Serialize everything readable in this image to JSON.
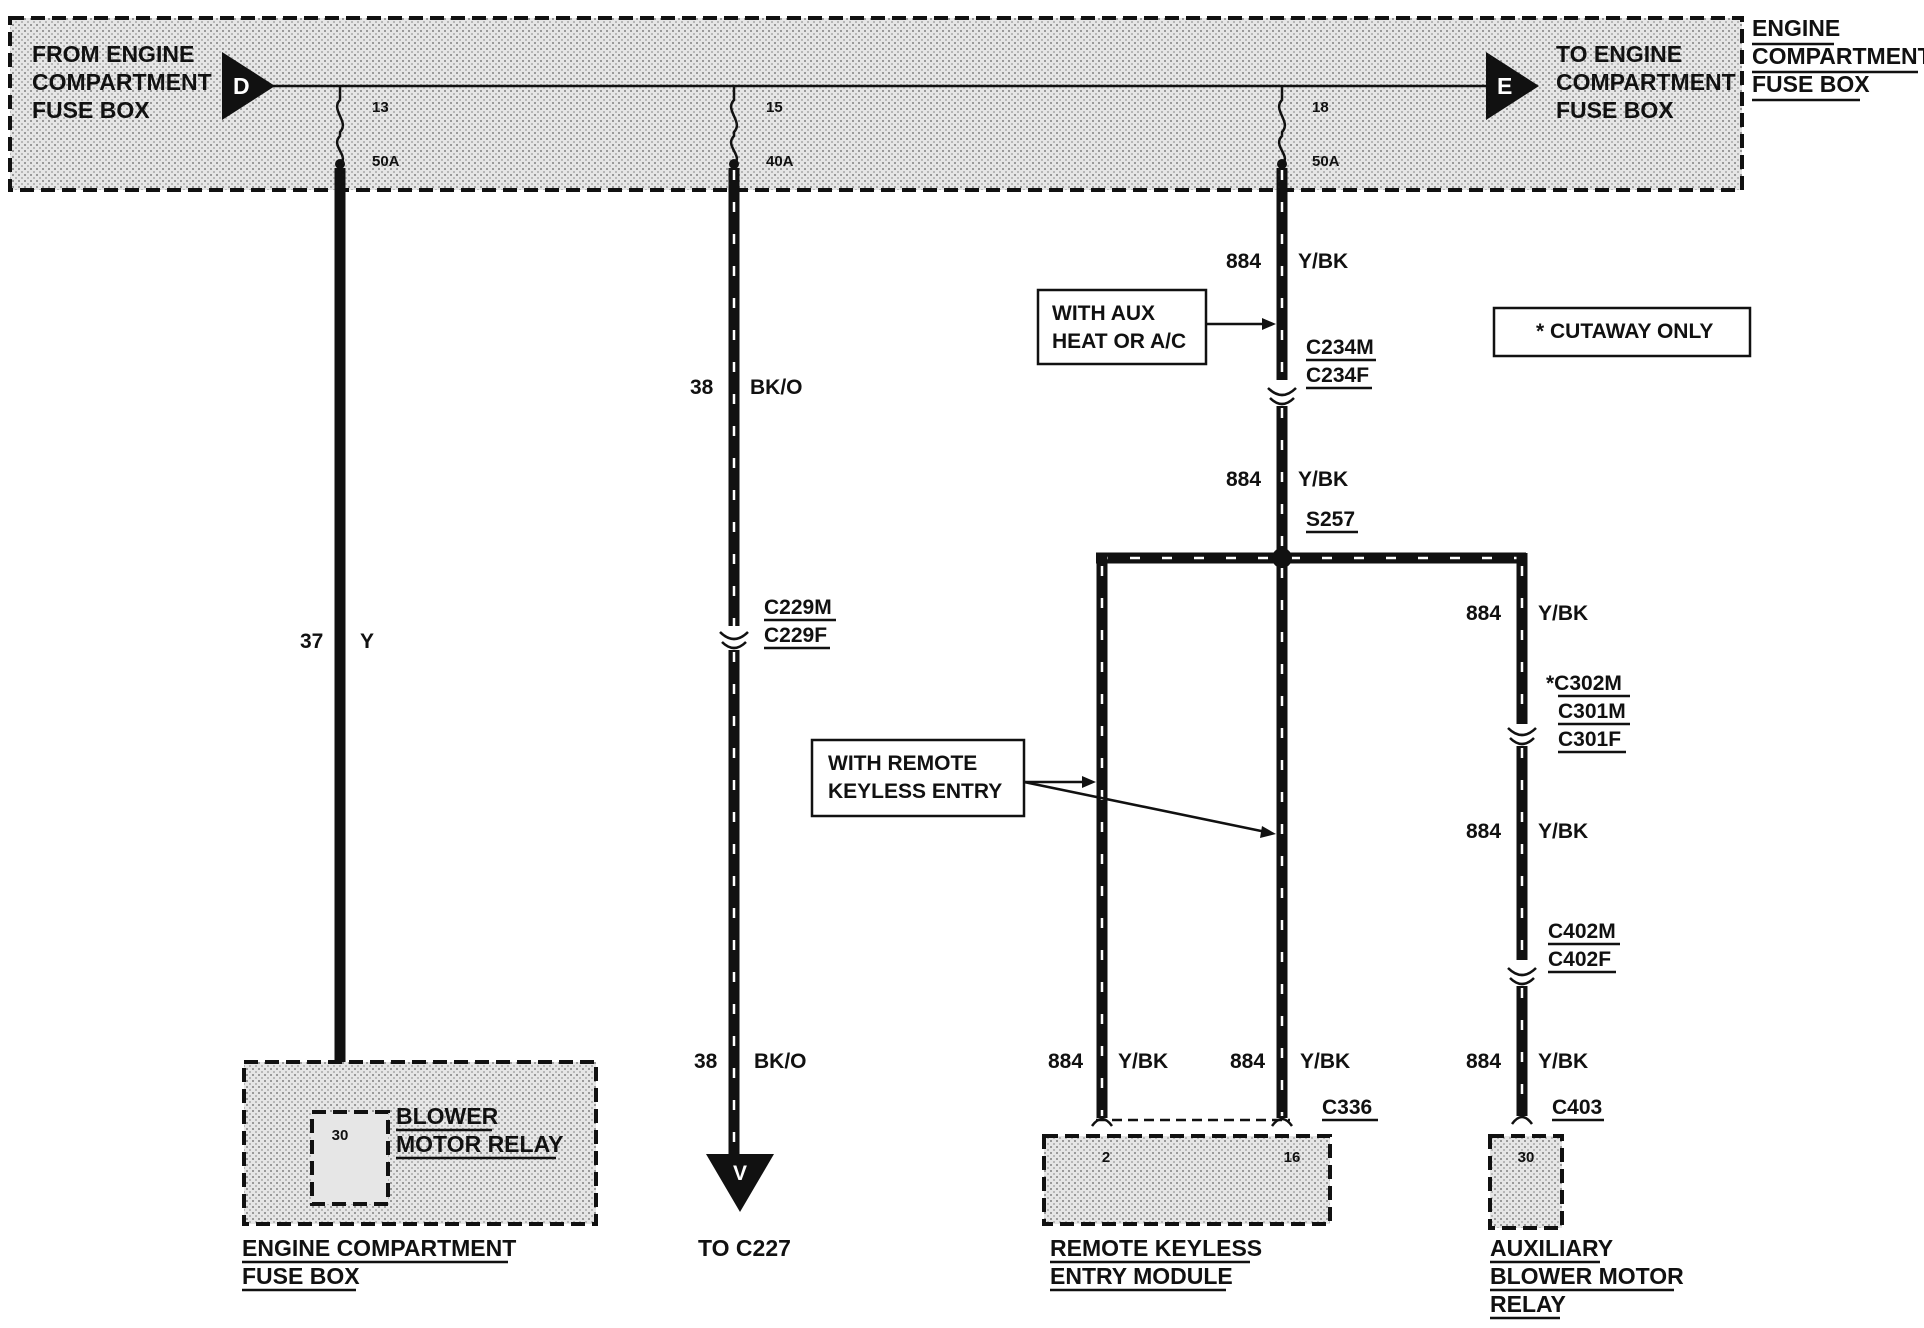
{
  "top_fuse_box": {
    "from_label": [
      "FROM ENGINE",
      "COMPARTMENT",
      "FUSE BOX"
    ],
    "from_connector": "D",
    "to_label": [
      "TO ENGINE",
      "COMPARTMENT",
      "FUSE BOX"
    ],
    "to_connector": "E",
    "side_title": [
      "ENGINE",
      "COMPARTMENT",
      "FUSE BOX"
    ],
    "fuses": [
      {
        "number": "13",
        "rating": "50A"
      },
      {
        "number": "15",
        "rating": "40A"
      },
      {
        "number": "18",
        "rating": "50A"
      }
    ]
  },
  "circuit_37": {
    "number": "37",
    "color": "Y",
    "component_pin": "30",
    "component_label": [
      "BLOWER",
      "MOTOR RELAY"
    ],
    "box_label": [
      "ENGINE COMPARTMENT",
      "FUSE BOX"
    ]
  },
  "circuit_38": {
    "upper_number": "38",
    "upper_color": "BK/O",
    "connector": [
      "C229M",
      "C229F"
    ],
    "lower_number": "38",
    "lower_color": "BK/O",
    "end_connector": "V",
    "end_label": "TO C227"
  },
  "circuit_884": {
    "top_number": "884",
    "top_color": "Y/BK",
    "note_aux": [
      "WITH AUX",
      "HEAT OR A/C"
    ],
    "connector_1": [
      "C234M",
      "C234F"
    ],
    "mid_number": "884",
    "mid_color": "Y/BK",
    "splice": "S257",
    "note_rke": [
      "WITH REMOTE",
      "KEYLESS ENTRY"
    ],
    "left_branch": {
      "number": "884",
      "color": "Y/BK",
      "pin": "2"
    },
    "center_branch": {
      "number": "884",
      "color": "Y/BK",
      "pin": "16"
    },
    "rke_connector": "C336",
    "rke_label": [
      "REMOTE KEYLESS",
      "ENTRY MODULE"
    ],
    "right_branch": {
      "top_number": "884",
      "top_color": "Y/BK",
      "connector_2": [
        "*C302M",
        "C301M",
        "C301F"
      ],
      "mid_number": "884",
      "mid_color": "Y/BK",
      "connector_3": [
        "C402M",
        "C402F"
      ],
      "bottom_number": "884",
      "bottom_color": "Y/BK",
      "end_connector": "C403",
      "pin": "30",
      "relay_label": [
        "AUXILIARY",
        "BLOWER MOTOR",
        "RELAY"
      ]
    }
  },
  "legend": {
    "cutaway_note": "* CUTAWAY ONLY"
  }
}
